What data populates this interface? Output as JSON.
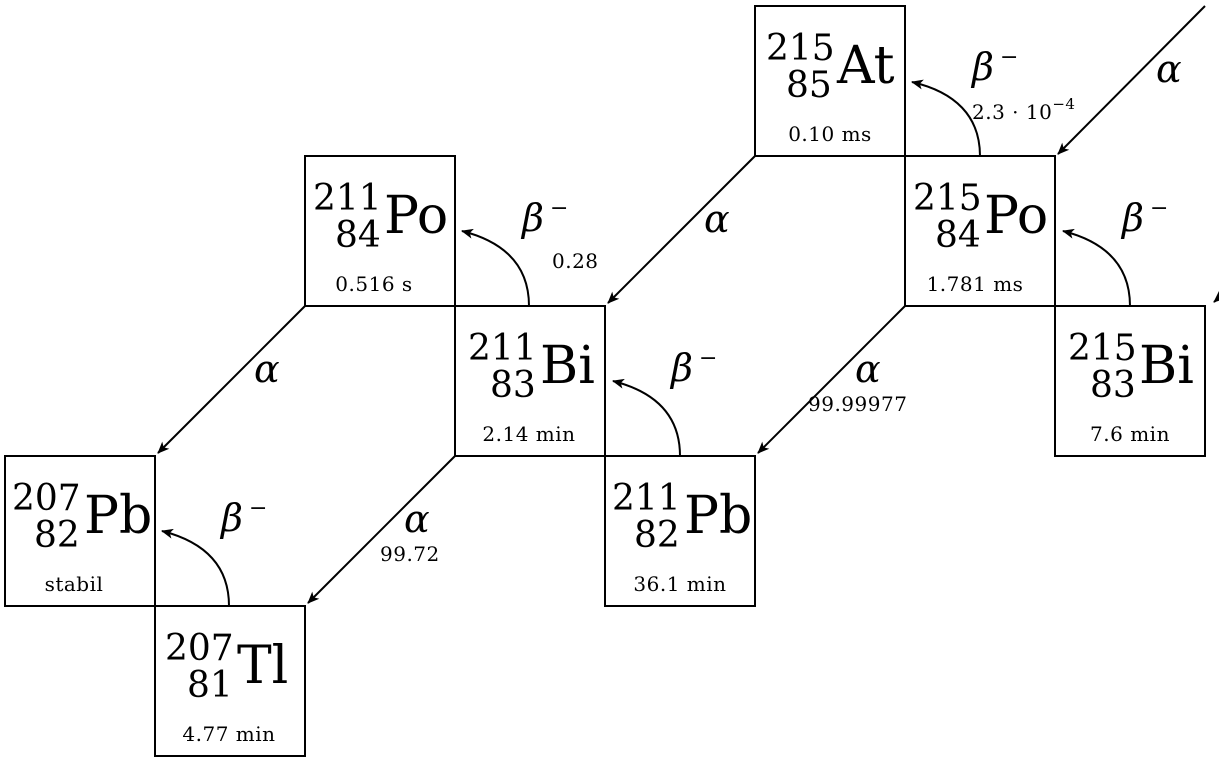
{
  "nuclides": [
    {
      "id": "At215",
      "mass": "215",
      "z": "85",
      "symbol": "At",
      "half_life": "0.10 ms"
    },
    {
      "id": "Po211",
      "mass": "211",
      "z": "84",
      "symbol": "Po",
      "half_life": "0.516 s"
    },
    {
      "id": "Po215",
      "mass": "215",
      "z": "84",
      "symbol": "Po",
      "half_life": "1.781 ms"
    },
    {
      "id": "Bi211",
      "mass": "211",
      "z": "83",
      "symbol": "Bi",
      "half_life": "2.14 min"
    },
    {
      "id": "Bi215",
      "mass": "215",
      "z": "83",
      "symbol": "Bi",
      "half_life": "7.6 min"
    },
    {
      "id": "Pb207",
      "mass": "207",
      "z": "82",
      "symbol": "Pb",
      "half_life": "stabil"
    },
    {
      "id": "Pb211",
      "mass": "211",
      "z": "82",
      "symbol": "Pb",
      "half_life": "36.1 min"
    },
    {
      "id": "Tl207",
      "mass": "207",
      "z": "81",
      "symbol": "Tl",
      "half_life": "4.77 min"
    }
  ],
  "decays": [
    {
      "id": "alpha-incoming",
      "type": "α",
      "ratio": ""
    },
    {
      "id": "betaminus-Po215-At215",
      "type": "β",
      "sup": "−",
      "ratio": "2.3 · 10",
      "ratio_exp": "−4"
    },
    {
      "id": "alpha-At215-Bi211",
      "type": "α",
      "ratio": ""
    },
    {
      "id": "betaminus-Bi211-Po211",
      "type": "β",
      "sup": "−",
      "ratio": "0.28"
    },
    {
      "id": "betaminus-Bi215-Po215",
      "type": "β",
      "sup": "−",
      "ratio": ""
    },
    {
      "id": "alpha-Po211-Pb207",
      "type": "α",
      "ratio": ""
    },
    {
      "id": "alpha-Po215-Pb211",
      "type": "α",
      "ratio": "99.99977"
    },
    {
      "id": "betaminus-Pb211-Bi211",
      "type": "β",
      "sup": "−",
      "ratio": ""
    },
    {
      "id": "alpha-Bi211-Tl207",
      "type": "α",
      "ratio": "99.72"
    },
    {
      "id": "betaminus-Tl207-Pb207",
      "type": "β",
      "sup": "−",
      "ratio": ""
    }
  ]
}
